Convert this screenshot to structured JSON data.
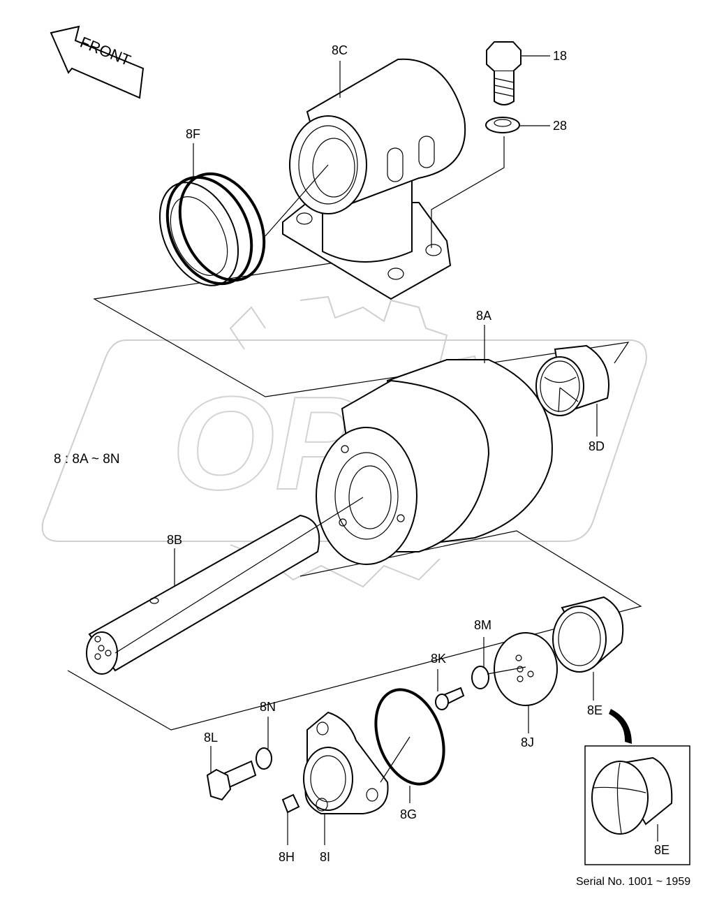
{
  "front_label": "FRONT",
  "assembly_note": "8 : 8A ~ 8N",
  "serial": "Serial No.  1001 ~ 1959",
  "watermark": "OPEX",
  "parts": {
    "p8A": "8A",
    "p8B": "8B",
    "p8C": "8C",
    "p8D": "8D",
    "p8E": "8E",
    "p8E_inset": "8E",
    "p8F": "8F",
    "p8G": "8G",
    "p8H": "8H",
    "p8I": "8I",
    "p8J": "8J",
    "p8K": "8K",
    "p8L": "8L",
    "p8M": "8M",
    "p8N": "8N",
    "p18": "18",
    "p28": "28"
  }
}
